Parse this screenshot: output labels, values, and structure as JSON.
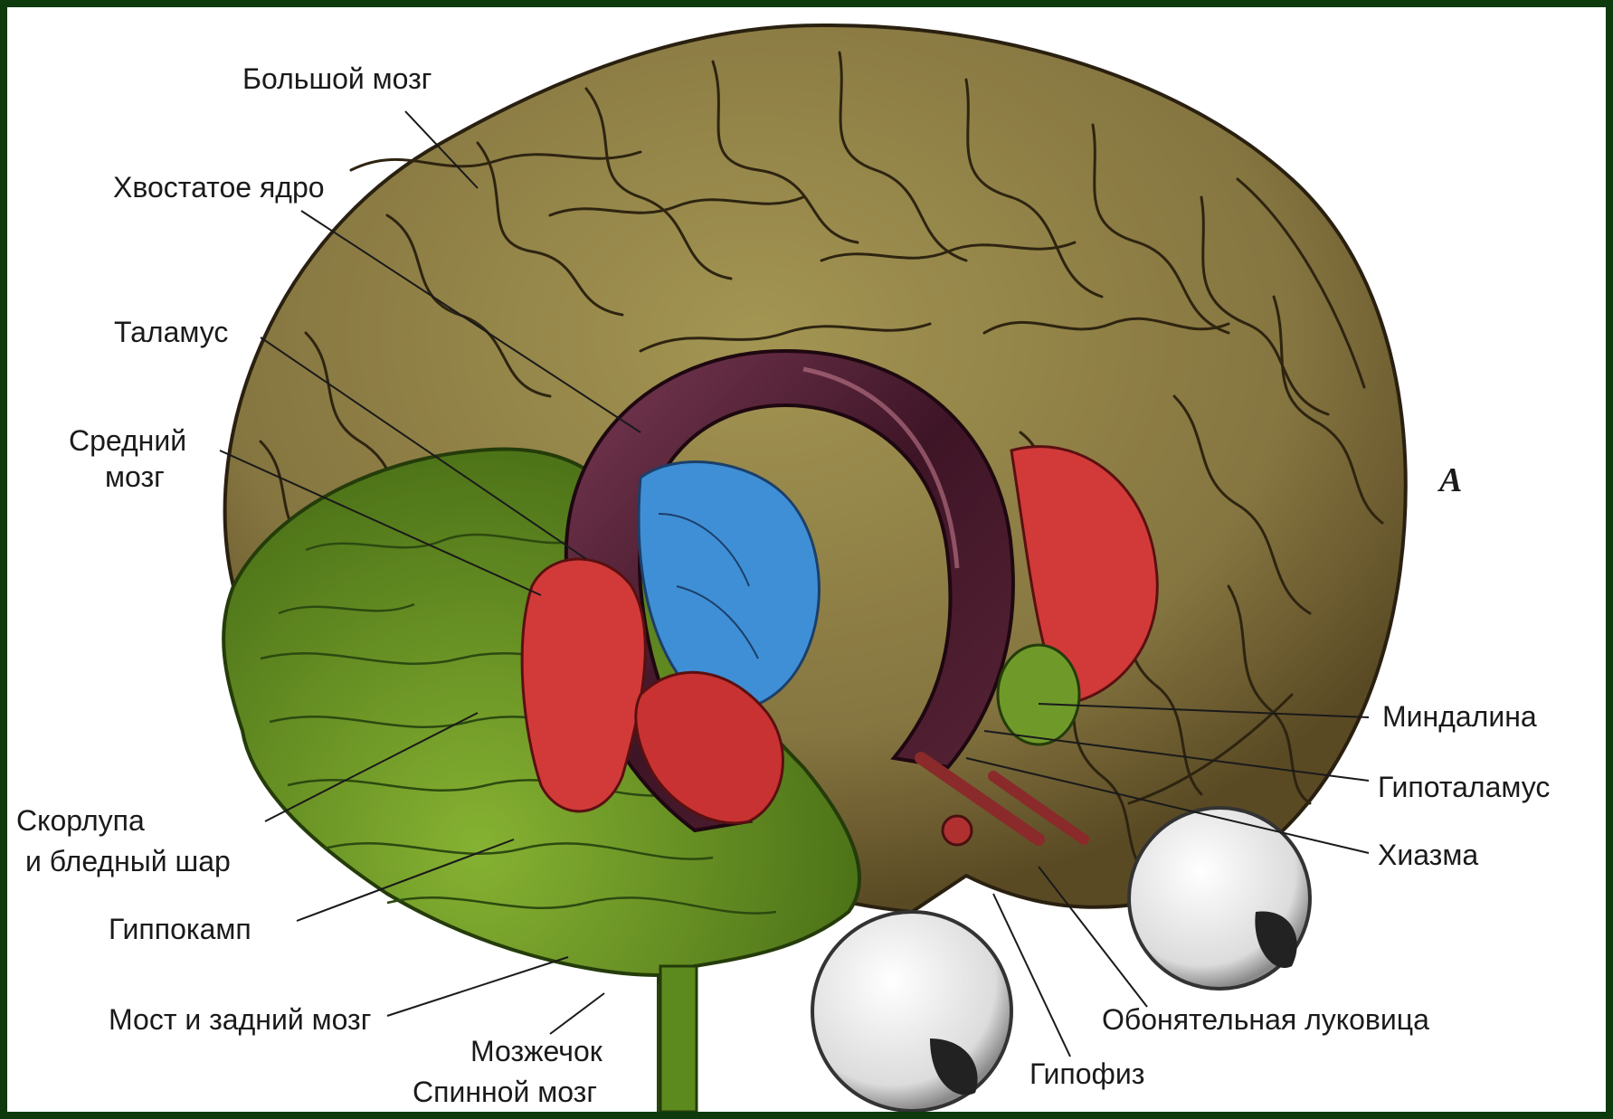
{
  "figure": {
    "marker": "A",
    "labels": {
      "cerebrum": "Большой мозг",
      "caudate": "Хвостатое ядро",
      "thalamus": "Таламус",
      "midbrain_line1": "Средний",
      "midbrain_line2": "мозг",
      "putamen_line1": "Скорлупа",
      "putamen_line2": "и бледный шар",
      "hippocampus": "Гиппокамп",
      "pons": "Мост и задний мозг",
      "cerebellum": "Мозжечок",
      "spinal": "Спинной мозг",
      "amygdala": "Миндалина",
      "hypothalamus": "Гипоталамус",
      "chiasm": "Хиазма",
      "olfactory": "Обонятельная луковица",
      "pituitary": "Гипофиз"
    },
    "colors": {
      "frame": "#0e3a0e",
      "cortex": "#8a7a45",
      "cortex_dark": "#5e5028",
      "green_region": "#6f9a2a",
      "caudate_purple": "#5a2438",
      "putamen_red": "#d23a3a",
      "thalamus_blue": "#3f8fd6",
      "eye_white": "#f2f2f2"
    }
  }
}
